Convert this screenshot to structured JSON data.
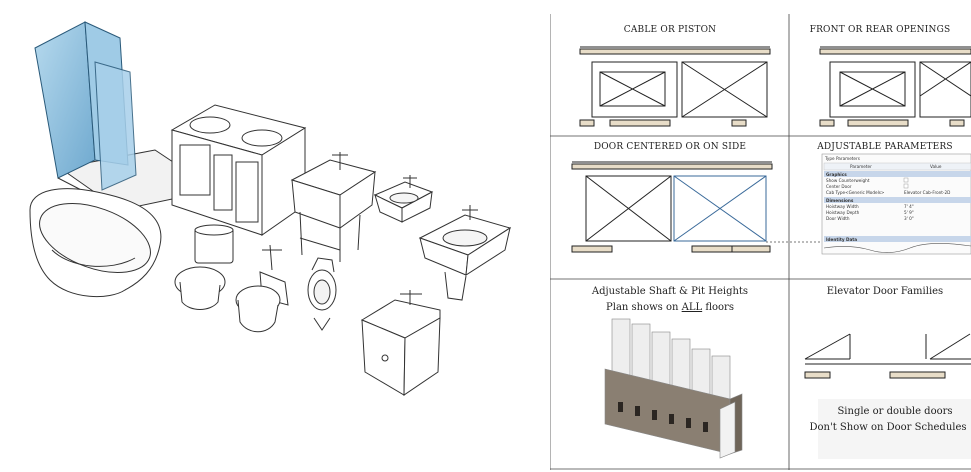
{
  "panels": {
    "cable": {
      "title": "CABLE OR PISTON"
    },
    "front": {
      "title": "FRONT OR REAR OPENINGS"
    },
    "door": {
      "title": "DOOR CENTERED OR ON SIDE"
    },
    "params": {
      "title": "ADJUSTABLE PARAMETERS",
      "table": {
        "heading": "Type Parameters",
        "col_param": "Parameter",
        "col_value": "Value",
        "rows": [
          {
            "kind": "group",
            "label": "Graphics"
          },
          {
            "kind": "row",
            "label": "Show Counterweight",
            "value": ""
          },
          {
            "kind": "row",
            "label": "Center Door",
            "value": ""
          },
          {
            "kind": "row",
            "label": "Cab Type<Generic Models>",
            "value": "Elevator Cab-Front-2D"
          },
          {
            "kind": "group",
            "label": "Dimensions"
          },
          {
            "kind": "row",
            "label": "Hoistway Width",
            "value": "7' 4\""
          },
          {
            "kind": "row",
            "label": "Hoistway Depth",
            "value": "5' 9\""
          },
          {
            "kind": "row",
            "label": "Door Width",
            "value": "3' 0\""
          },
          {
            "kind": "group",
            "label": "Identity Data"
          }
        ]
      }
    },
    "shaft": {
      "line1": "Adjustable Shaft & Pit Heights",
      "line2_pre": "Plan shows on ",
      "line2_em": "ALL",
      "line2_post": " floors"
    },
    "families": {
      "title": "Elevator Door Families",
      "line1": "Single or double doors",
      "line2": "Don't Show on Door Schedules"
    }
  },
  "colors": {
    "glass": "#9fcbe6",
    "glass_edge": "#2a5a7a",
    "frame": "#e8ddc8",
    "shaft": "#8a7f72"
  }
}
